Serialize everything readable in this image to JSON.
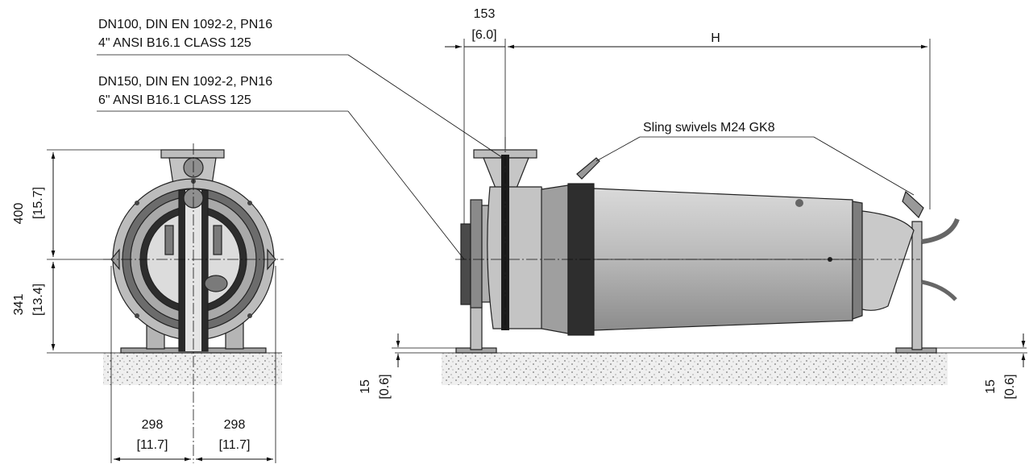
{
  "callouts": {
    "discharge_flange_line1": "DN100, DIN EN 1092-2, PN16",
    "discharge_flange_line2": "4\" ANSI B16.1 CLASS 125",
    "suction_flange_line1": "DN150, DIN EN 1092-2, PN16",
    "suction_flange_line2": "6\" ANSI B16.1 CLASS 125",
    "sling_swivels": "Sling swivels M24 GK8"
  },
  "dimensions": {
    "flange_offset": {
      "mm": "153",
      "inch": "[6.0]"
    },
    "overall_length": {
      "mm": "H"
    },
    "height_upper": {
      "mm": "400",
      "inch": "[15.7]"
    },
    "height_lower": {
      "mm": "341",
      "inch": "[13.4]"
    },
    "width_left": {
      "mm": "298",
      "inch": "[11.7]"
    },
    "width_right": {
      "mm": "298",
      "inch": "[11.7]"
    },
    "foot_left": {
      "mm": "15",
      "inch": "[0.6]"
    },
    "foot_right": {
      "mm": "15",
      "inch": "[0.6]"
    }
  },
  "colors": {
    "pump_body": "#b9b9b9",
    "pump_dark": "#5a5a5a",
    "ground": "#d8d8d8"
  }
}
